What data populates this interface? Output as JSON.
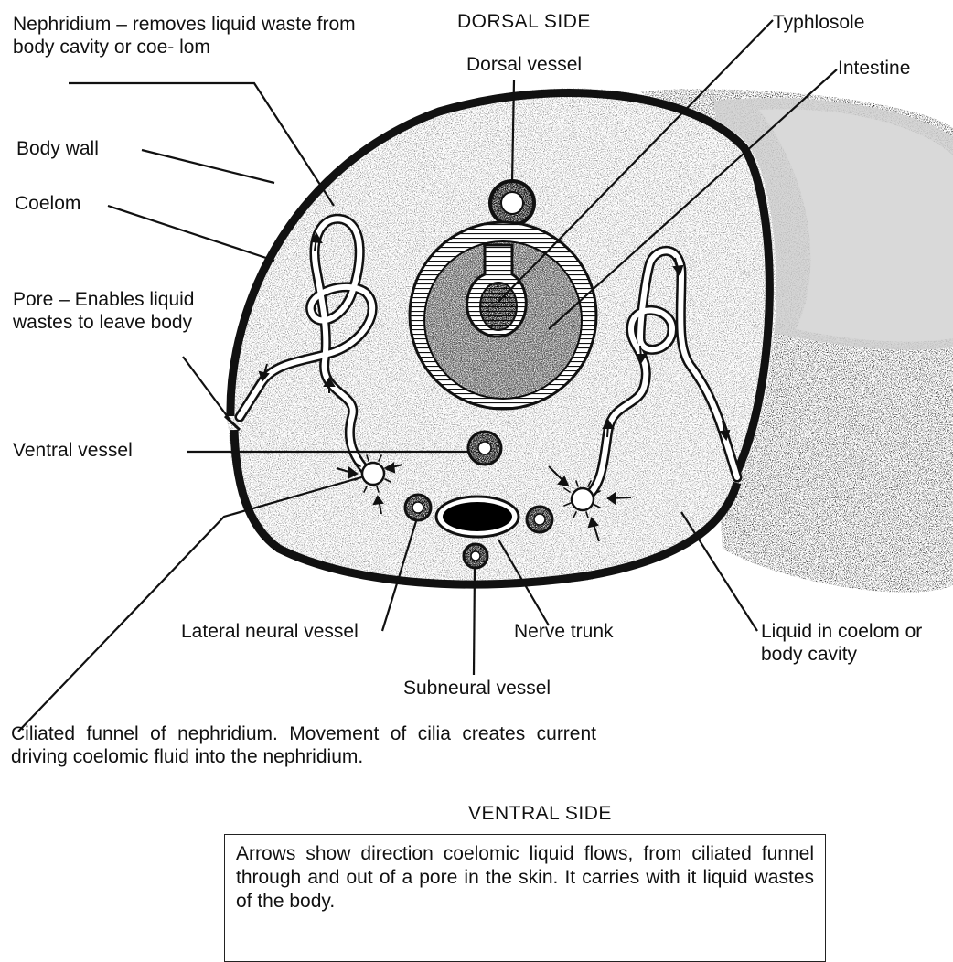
{
  "labels": {
    "dorsal_side": "DORSAL SIDE",
    "ventral_side": "VENTRAL SIDE",
    "nephridium": "Nephridium – removes liquid waste from body cavity or coe- lom",
    "typhlosole": "Typhlosole",
    "dorsal_vessel": "Dorsal vessel",
    "intestine": "Intestine",
    "body_wall": "Body wall",
    "coelom": "Coelom",
    "pore": "Pore – Enables liquid wastes to leave body",
    "ventral_vessel": "Ventral vessel",
    "lateral_neural_vessel": "Lateral neural vessel",
    "nerve_trunk": "Nerve trunk",
    "liquid_in_coelom": "Liquid in coelom or body cavity",
    "subneural_vessel": "Subneural vessel",
    "ciliated_funnel": "Ciliated funnel of nephridium. Movement of cilia creates current driving coelomic fluid into the nephridium."
  },
  "caption": "Arrows show direction coelomic liquid flows, from ciliated funnel through and out of a pore in the skin. It carries with it liquid wastes of the body."
}
